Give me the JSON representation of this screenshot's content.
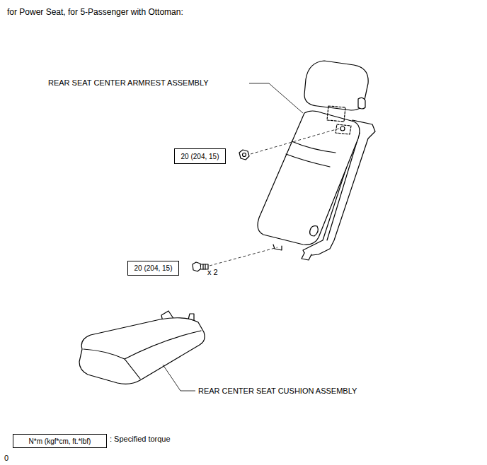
{
  "diagram": {
    "title": "for Power Seat, for 5-Passenger with Ottoman:",
    "nodes": [
      {
        "text": [
          "20 (204, 15)"
        ]
      },
      {
        "text": [
          "20 (204, 15)"
        ]
      },
      {
        "text": [
          "N*m (kgf*cm, ft.*lbf)"
        ]
      }
    ],
    "labels": [
      "REAR SEAT CENTER ARMREST ASSEMBLY",
      "x 2",
      "REAR CENTER SEAT CUSHION ASSEMBLY",
      "0"
    ],
    "legend": [
      {
        "text": ": Specified torque"
      }
    ]
  }
}
